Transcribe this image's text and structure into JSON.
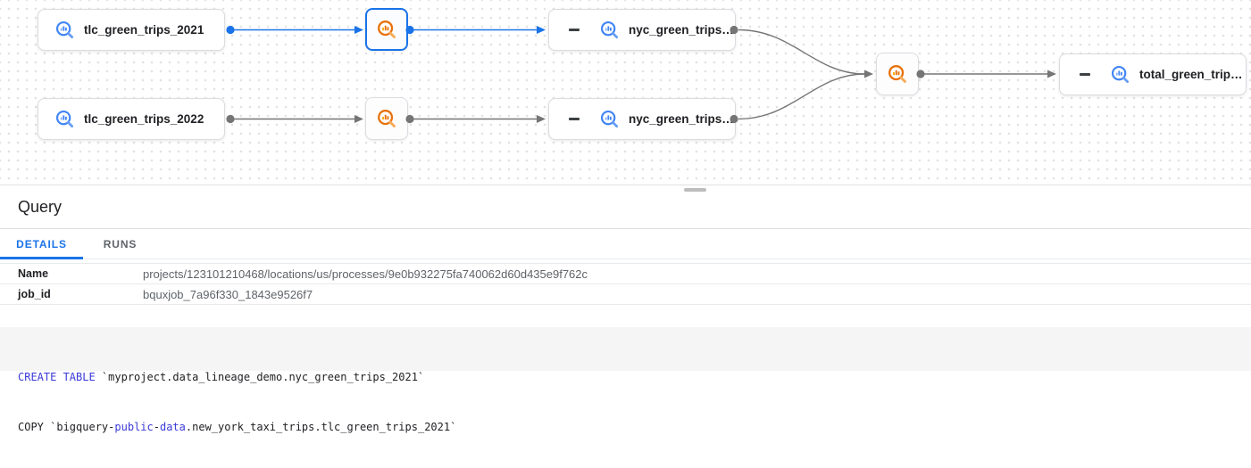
{
  "graph": {
    "nodes": {
      "tlc2021": {
        "label": "tlc_green_trips_2021"
      },
      "nyc2021": {
        "label": "nyc_green_trips…"
      },
      "tlc2022": {
        "label": "tlc_green_trips_2022"
      },
      "nyc2022": {
        "label": "nyc_green_trips…"
      },
      "total": {
        "label": "total_green_trip…"
      }
    }
  },
  "panel": {
    "title": "Query",
    "tabs": {
      "details": "DETAILS",
      "runs": "RUNS"
    },
    "fields": [
      {
        "label": "Name",
        "value": "projects/123101210468/locations/us/processes/9e0b932275fa740062d60d435e9f762c"
      },
      {
        "label": "job_id",
        "value": "bquxjob_7a96f330_1843e9526f7"
      }
    ],
    "code": {
      "l1": {
        "kw": "CREATE TABLE",
        "rest": " `myproject.data_lineage_demo.nyc_green_trips_2021`"
      },
      "l2": {
        "pre": "COPY `bigquery",
        "d1": "-",
        "kw1": "public",
        "d2": "-",
        "kw2": "data",
        "rest": ".new_york_taxi_trips.tlc_green_trips_2021`"
      }
    }
  },
  "colors": {
    "accent_blue": "#1a73e8",
    "edge_gray": "#757575",
    "process_orange": "#e8710a",
    "keyword_blue": "#3b3bd8",
    "active_tab": "#1a73e8"
  }
}
